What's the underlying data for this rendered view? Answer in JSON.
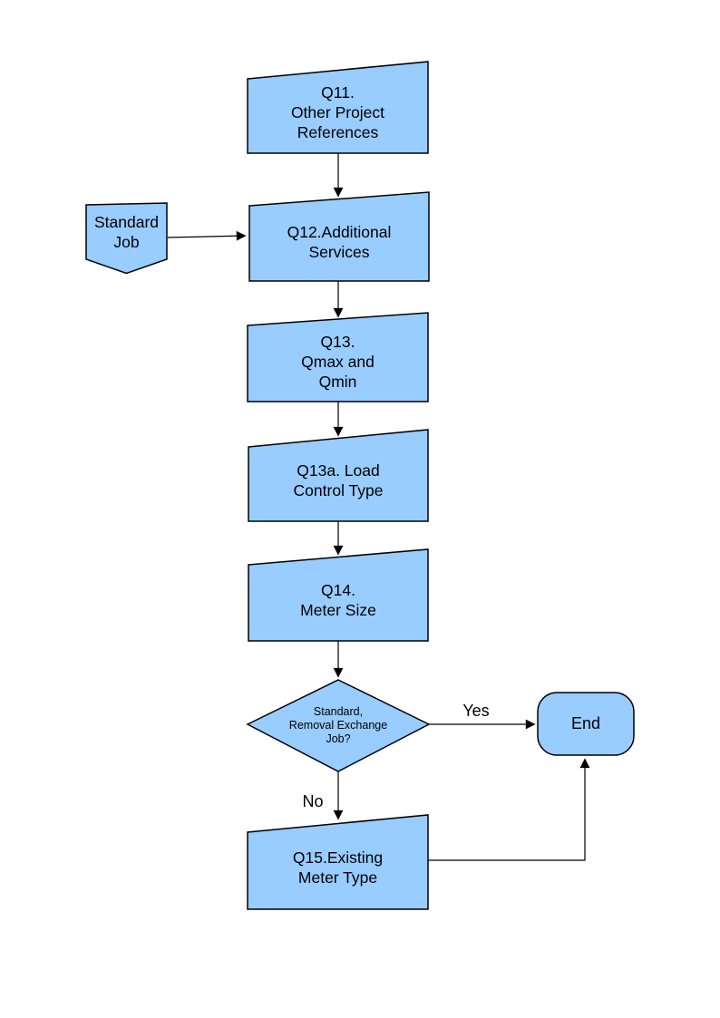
{
  "page": {
    "background": "#FFFFFF"
  },
  "colors": {
    "shape_fill": "#99CCFF",
    "shape_stroke": "#000000",
    "connector": "#000000",
    "text": "#000000"
  },
  "nodes": {
    "q11": {
      "label": "Q11.\nOther Project\nReferences"
    },
    "standard_job": {
      "label": "Standard\nJob"
    },
    "q12": {
      "label": "Q12.Additional\nServices"
    },
    "q13": {
      "label": "Q13.\nQmax and\nQmin"
    },
    "q13a": {
      "label": "Q13a. Load\nControl Type"
    },
    "q14": {
      "label": "Q14.\nMeter Size"
    },
    "decision": {
      "label": "Standard,\nRemoval Exchange\nJob?"
    },
    "end": {
      "label": "End"
    },
    "q15": {
      "label": "Q15.Existing\nMeter Type"
    }
  },
  "edges": {
    "yes_label": "Yes",
    "no_label": "No"
  }
}
